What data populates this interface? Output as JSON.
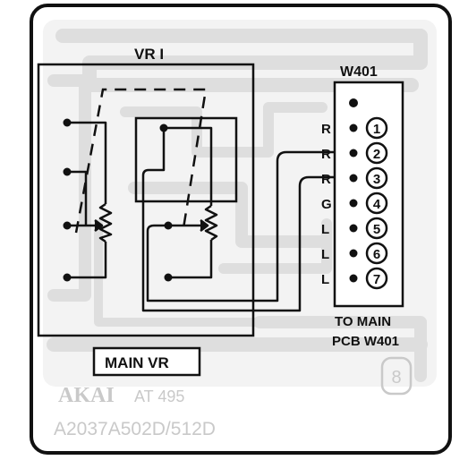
{
  "vr1_label": "VR I",
  "connector_label": "W401",
  "pins": [
    {
      "letter": "",
      "number": ""
    },
    {
      "letter": "R",
      "number": "1"
    },
    {
      "letter": "R",
      "number": "2"
    },
    {
      "letter": "R",
      "number": "3"
    },
    {
      "letter": "G",
      "number": "4"
    },
    {
      "letter": "L",
      "number": "5"
    },
    {
      "letter": "L",
      "number": "6"
    },
    {
      "letter": "L",
      "number": "7"
    }
  ],
  "to_main_line1": "TO MAIN",
  "to_main_line2": "PCB W401",
  "main_vr_label": "MAIN VR",
  "brand": "AKAI",
  "model": "AT 495",
  "part_number": "A2037A502D/512D",
  "page_number": "8",
  "colors": {
    "ink": "#111111",
    "board_trace": "#dedede",
    "faint_text": "#c9c9c9"
  }
}
